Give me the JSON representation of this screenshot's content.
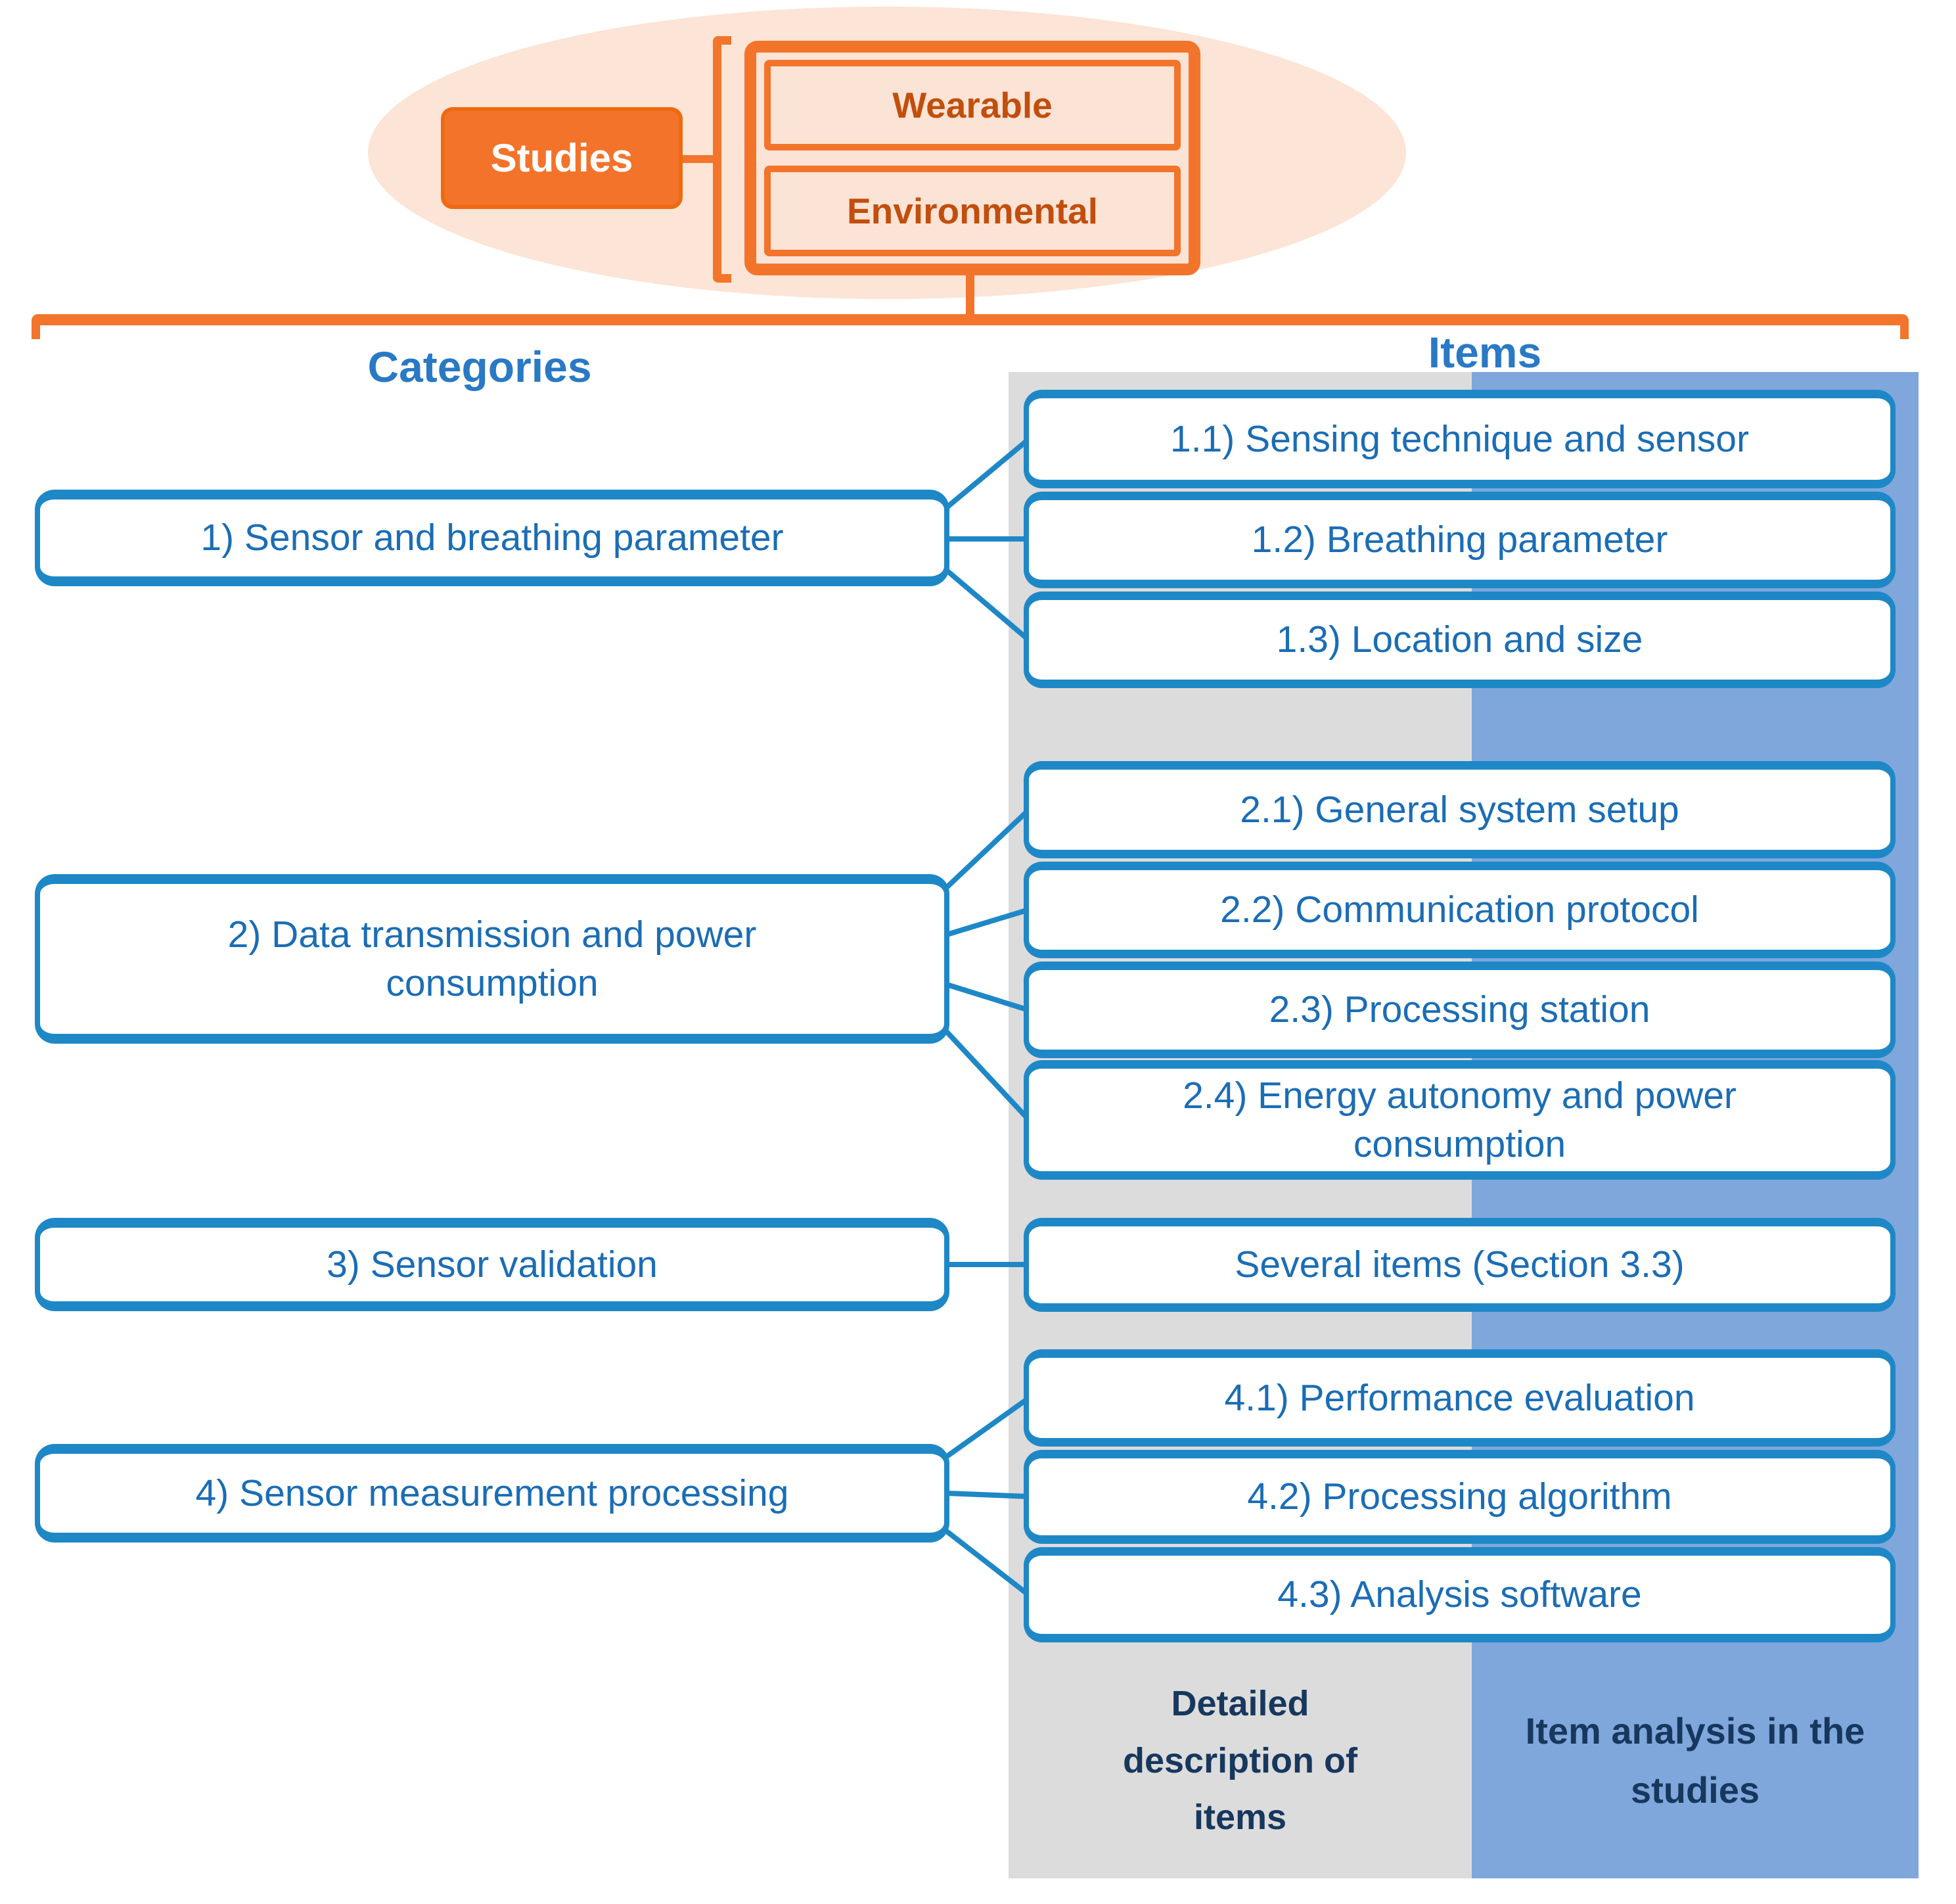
{
  "title_area": {
    "studies_label": "Studies",
    "study_types": [
      "Wearable",
      "Environmental"
    ]
  },
  "column_headers": {
    "categories": "Categories",
    "items": "Items"
  },
  "categories": [
    {
      "label": "1) Sensor and breathing parameter"
    },
    {
      "label": "2) Data transmission and power consumption"
    },
    {
      "label": "3) Sensor validation"
    },
    {
      "label": "4) Sensor measurement processing"
    }
  ],
  "items": [
    {
      "label": "1.1) Sensing technique and sensor"
    },
    {
      "label": "1.2) Breathing parameter"
    },
    {
      "label": "1.3) Location and size"
    },
    {
      "label": "2.1) General system setup"
    },
    {
      "label": "2.2) Communication protocol"
    },
    {
      "label": "2.3) Processing station"
    },
    {
      "label": "2.4) Energy autonomy and power consumption"
    },
    {
      "label": "Several items (Section 3.3)"
    },
    {
      "label": "4.1) Performance evaluation"
    },
    {
      "label": "4.2) Processing algorithm"
    },
    {
      "label": "4.3) Analysis software"
    }
  ],
  "legend": {
    "gray_label": "Detailed description of items",
    "blue_label": "Item analysis in the studies"
  },
  "colors": {
    "orange": "#F2752B",
    "orange_fill": "#F4732A",
    "peach": "#FBE3D5",
    "orange_text": "#C24E0D",
    "blue_border": "#1E88C7",
    "blue_text": "#1B6DB5",
    "header_blue": "#2979C5",
    "panel_gray": "#DCDCDC",
    "panel_blue": "#7FA7DC",
    "navy_text": "#17375D"
  }
}
